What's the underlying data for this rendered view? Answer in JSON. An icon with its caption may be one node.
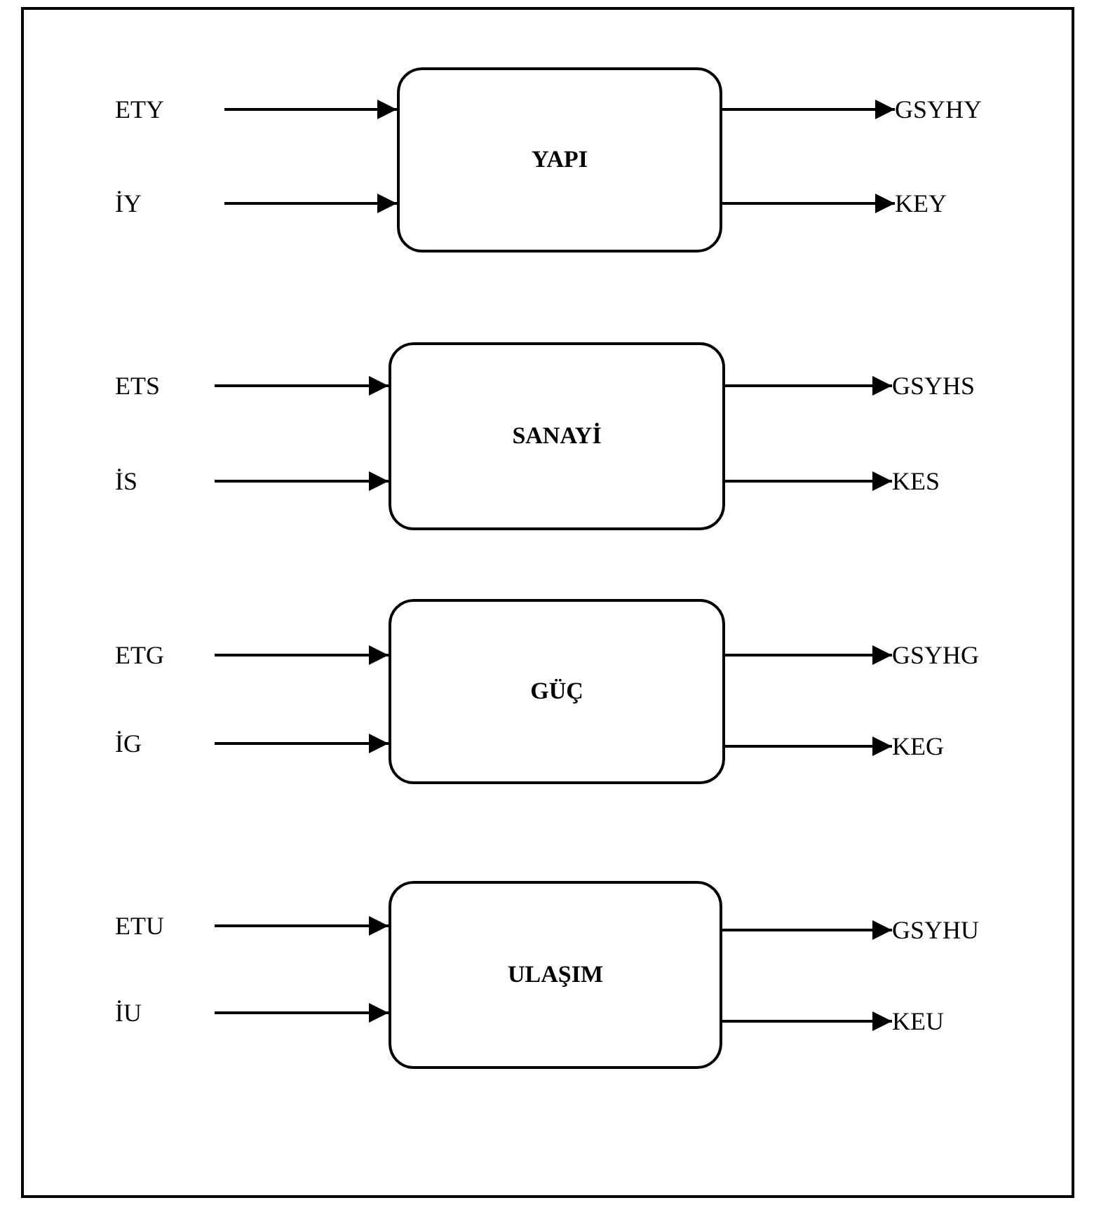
{
  "diagram": {
    "nodes": [
      {
        "text": [
          "ETY"
        ]
      },
      {
        "text": [
          "İY"
        ]
      },
      {
        "text": [
          "YAPI"
        ]
      },
      {
        "text": [
          "GSYHY"
        ]
      },
      {
        "text": [
          "KEY"
        ]
      },
      {
        "text": [
          "ETS"
        ]
      },
      {
        "text": [
          "İS"
        ]
      },
      {
        "text": [
          "SANAYİ"
        ]
      },
      {
        "text": [
          "GSYHS"
        ]
      },
      {
        "text": [
          "KES"
        ]
      },
      {
        "text": [
          "ETG"
        ]
      },
      {
        "text": [
          "İG"
        ]
      },
      {
        "text": [
          "GÜÇ"
        ]
      },
      {
        "text": [
          "GSYHG"
        ]
      },
      {
        "text": [
          "KEG"
        ]
      },
      {
        "text": [
          "ETU"
        ]
      },
      {
        "text": [
          "İU"
        ]
      },
      {
        "text": [
          "ULAŞIM"
        ]
      },
      {
        "text": [
          "GSYHU"
        ]
      },
      {
        "text": [
          "KEU"
        ]
      }
    ],
    "edges": [
      {
        "from": 0,
        "to": 2,
        "arrow": "to"
      },
      {
        "from": 1,
        "to": 2,
        "arrow": "to"
      },
      {
        "from": 2,
        "to": 3,
        "arrow": "to"
      },
      {
        "from": 2,
        "to": 4,
        "arrow": "to"
      },
      {
        "from": 5,
        "to": 7,
        "arrow": "to"
      },
      {
        "from": 6,
        "to": 7,
        "arrow": "to"
      },
      {
        "from": 7,
        "to": 8,
        "arrow": "to"
      },
      {
        "from": 7,
        "to": 9,
        "arrow": "to"
      },
      {
        "from": 10,
        "to": 12,
        "arrow": "to"
      },
      {
        "from": 11,
        "to": 12,
        "arrow": "to"
      },
      {
        "from": 12,
        "to": 13,
        "arrow": "to"
      },
      {
        "from": 12,
        "to": 14,
        "arrow": "to"
      },
      {
        "from": 15,
        "to": 17,
        "arrow": "to"
      },
      {
        "from": 16,
        "to": 17,
        "arrow": "to"
      },
      {
        "from": 17,
        "to": 18,
        "arrow": "to"
      },
      {
        "from": 17,
        "to": 19,
        "arrow": "to"
      }
    ]
  }
}
